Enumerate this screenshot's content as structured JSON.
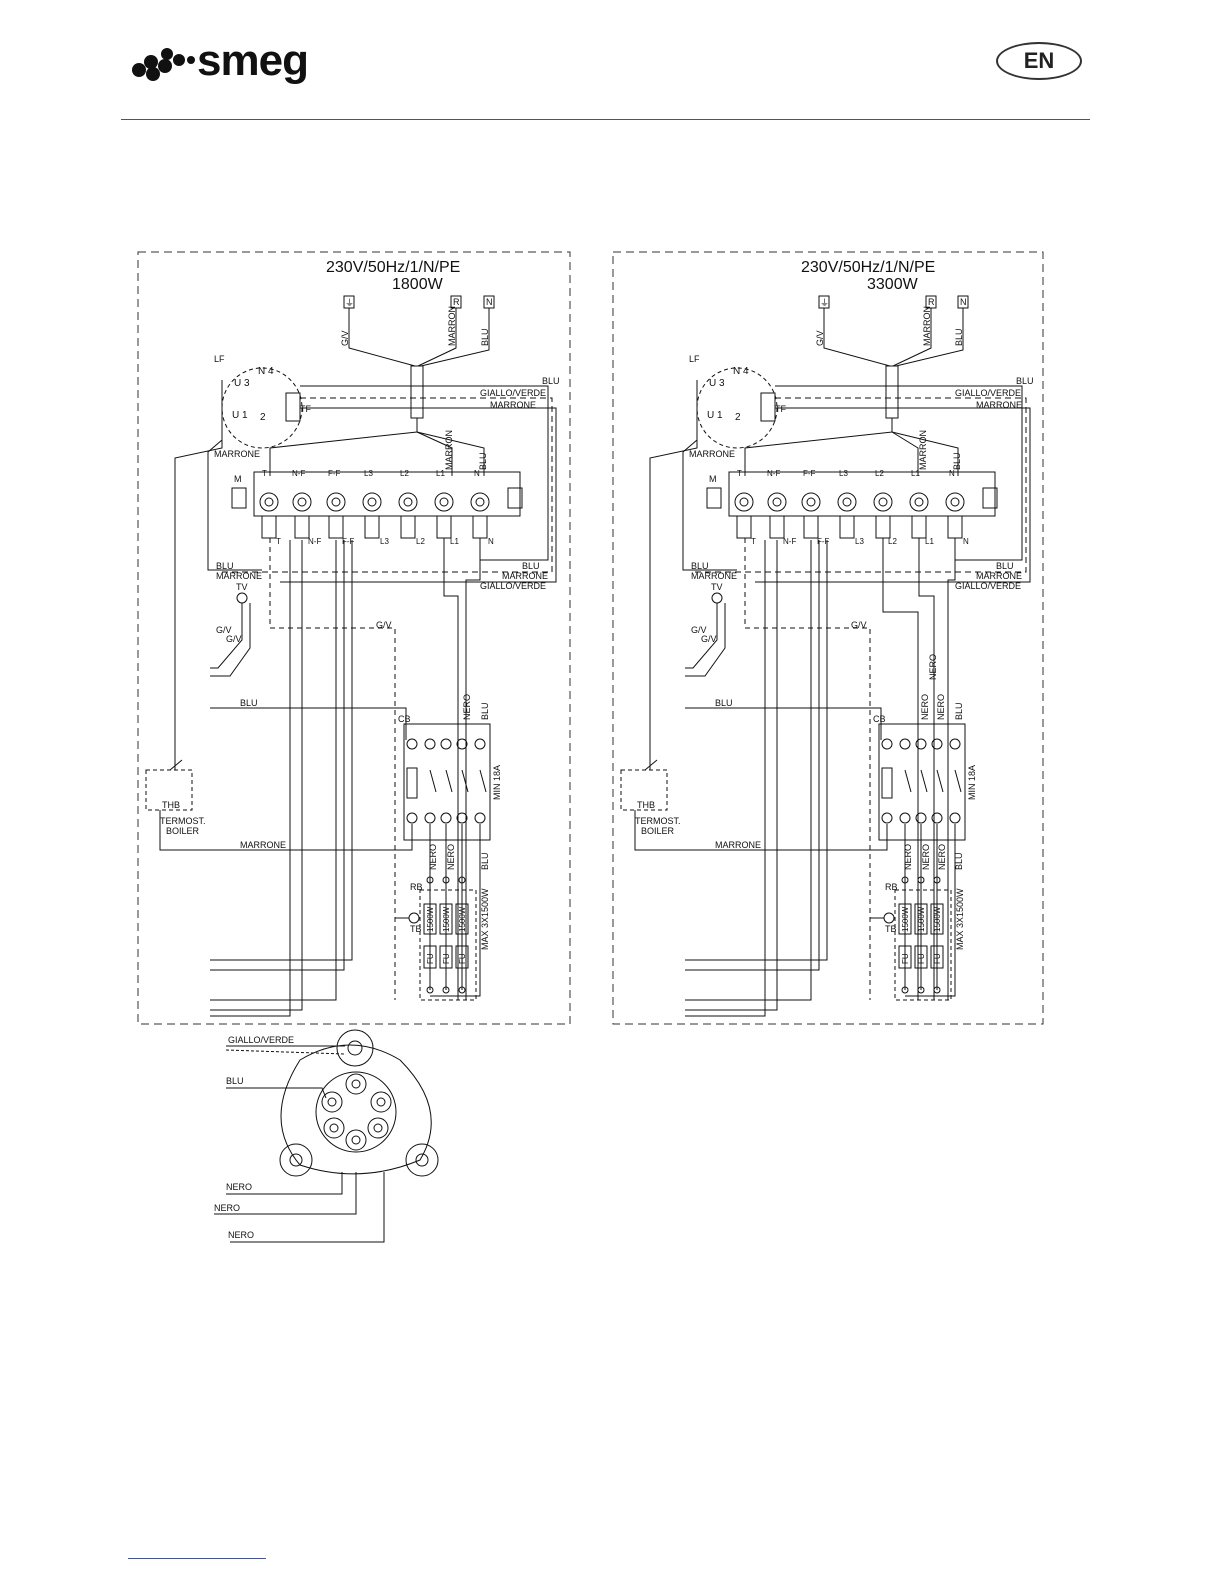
{
  "header": {
    "brand": "smeg",
    "language": "EN"
  },
  "left_panel": {
    "supply": "230V/50Hz/1/N/PE",
    "power": "1800W"
  },
  "right_panel": {
    "supply": "230V/50Hz/1/N/PE",
    "power": "3300W"
  },
  "labels": {
    "earth": "⏚",
    "r": "R",
    "n": "N",
    "gv": "G/V",
    "marron": "MARRON",
    "blu": "BLU",
    "giallo_verde": "GIALLO/VERDE",
    "marrone": "MARRONE",
    "nero": "NERO",
    "lf": "LF",
    "tf": "TF",
    "m": "M",
    "tv": "TV",
    "cb": "CB",
    "rb": "RB",
    "tb": "TB",
    "thb": "THB",
    "termost": "TERMOST.",
    "boiler": "BOILER",
    "min18a": "MIN 18A",
    "max": "MAX 3X1500W",
    "w1500": "1500W",
    "fu": "FU",
    "terminals": [
      "T",
      "N-F",
      "F-F",
      "L3",
      "L2",
      "L1",
      "N"
    ],
    "motor_pins": [
      "U 3",
      "N 4",
      "U 1",
      "2"
    ]
  },
  "connector": {
    "giallo_verde": "GIALLO/VERDE",
    "blu": "BLU",
    "nero1": "NERO",
    "nero2": "NERO",
    "nero3": "NERO"
  }
}
